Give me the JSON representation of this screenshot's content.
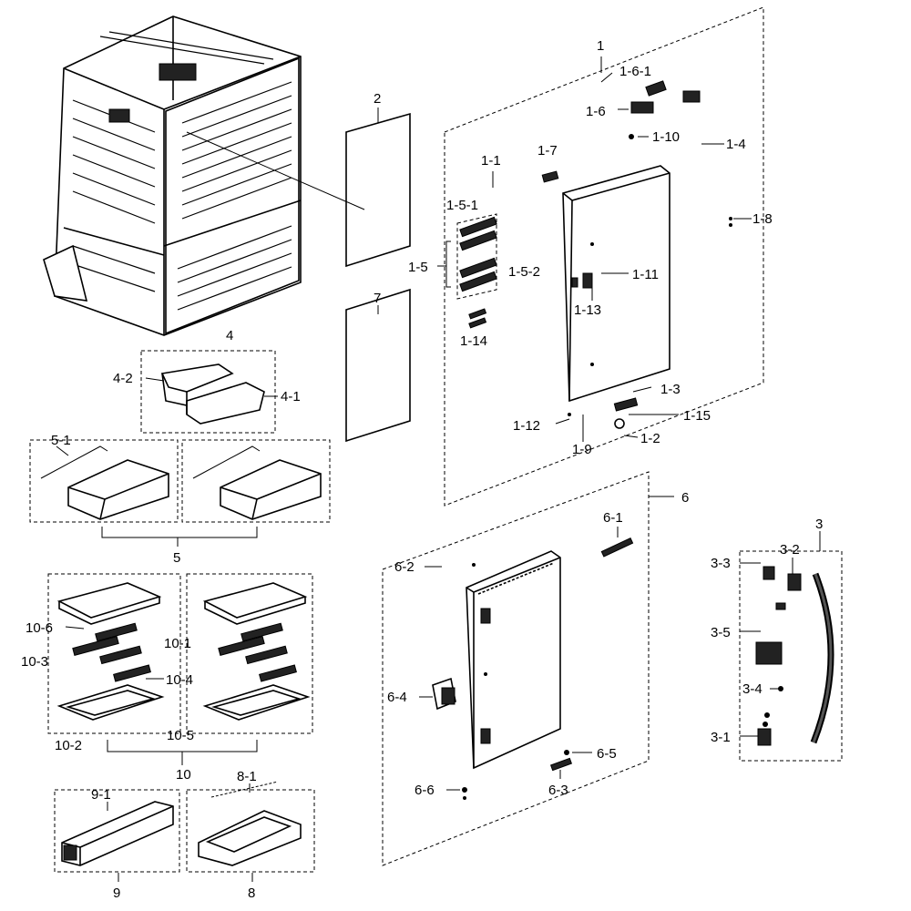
{
  "labels": {
    "l1": "1",
    "l1_6_1": "1-6-1",
    "l1_6": "1-6",
    "l1_10": "1-10",
    "l1_4": "1-4",
    "l1_7": "1-7",
    "l1_1": "1-1",
    "l1_5_1": "1-5-1",
    "l1_8": "1-8",
    "l1_5": "1-5",
    "l1_5_2": "1-5-2",
    "l1_11": "1-11",
    "l1_13": "1-13",
    "l1_14": "1-14",
    "l1_3": "1-3",
    "l1_15": "1-15",
    "l1_12": "1-12",
    "l1_2": "1-2",
    "l1_9": "1-9",
    "l2": "2",
    "l7": "7",
    "l4": "4",
    "l4_2": "4-2",
    "l4_1": "4-1",
    "l5_1": "5-1",
    "l5": "5",
    "l10_6": "10-6",
    "l10_1": "10-1",
    "l10_3": "10-3",
    "l10_4": "10-4",
    "l10_5": "10-5",
    "l10_2": "10-2",
    "l10": "10",
    "l9_1": "9-1",
    "l9": "9",
    "l8_1": "8-1",
    "l8": "8",
    "l6": "6",
    "l6_1": "6-1",
    "l6_2": "6-2",
    "l6_4": "6-4",
    "l6_5": "6-5",
    "l6_6": "6-6",
    "l6_3": "6-3",
    "l3": "3",
    "l3_3": "3-3",
    "l3_2": "3-2",
    "l3_5": "3-5",
    "l3_4": "3-4",
    "l3_1": "3-1"
  }
}
